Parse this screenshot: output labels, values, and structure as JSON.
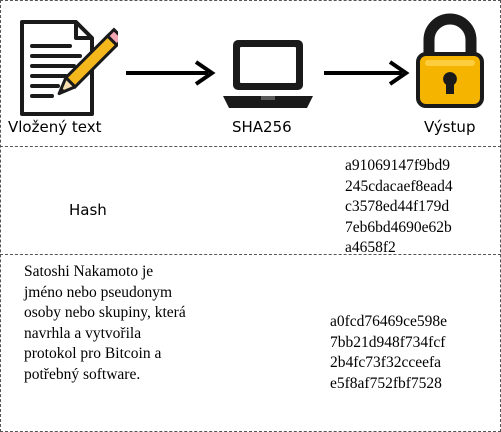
{
  "diagram": {
    "input_label": "Vložený text",
    "algorithm_label": "SHA256",
    "output_label": "Výstup",
    "icons": [
      "document-pencil-icon",
      "laptop-icon",
      "padlock-icon",
      "arrow-right-icon"
    ]
  },
  "hash_row": {
    "label": "Hash",
    "value_lines": [
      "a91069147f9bd9",
      "245cdacaef8ead4",
      "c3578ed44f179d",
      "7eb6bd4690e62b",
      "a4658f2"
    ]
  },
  "example_row": {
    "text_lines": [
      "Satoshi Nakamoto je",
      "jméno nebo pseudonym",
      "osoby nebo skupiny, která",
      "navrhla a vytvořila",
      "protokol pro Bitcoin a",
      "potřebný software."
    ],
    "hash_lines": [
      "a0fcd76469ce598e",
      "7bb21d948f734fcf",
      "2b4fc73f32cceefa",
      "e5f8af752fbf7528"
    ]
  },
  "colors": {
    "lock_body": "#f5b400",
    "pencil": "#f4b81c",
    "dark": "#1a1a1a"
  }
}
